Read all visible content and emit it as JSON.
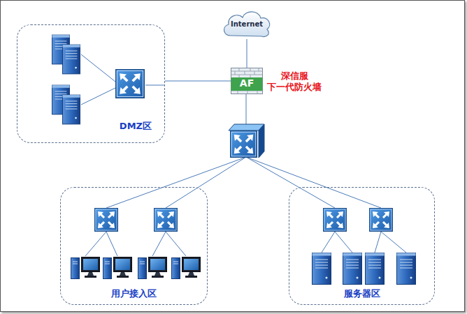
{
  "diagram": {
    "nodes": [
      {
        "text": [
          "Internet"
        ]
      },
      {
        "text": [
          "AF",
          "深信服 下一代防火墙"
        ]
      },
      {
        "text": [
          "DMZ区"
        ]
      },
      {
        "text": [
          "用户接入区"
        ]
      },
      {
        "text": [
          "服务器区"
        ]
      }
    ],
    "edges": [
      {
        "from": 0,
        "to": 1,
        "arrow": "none"
      },
      {
        "from": 1,
        "to": 2,
        "arrow": "none"
      }
    ]
  }
}
